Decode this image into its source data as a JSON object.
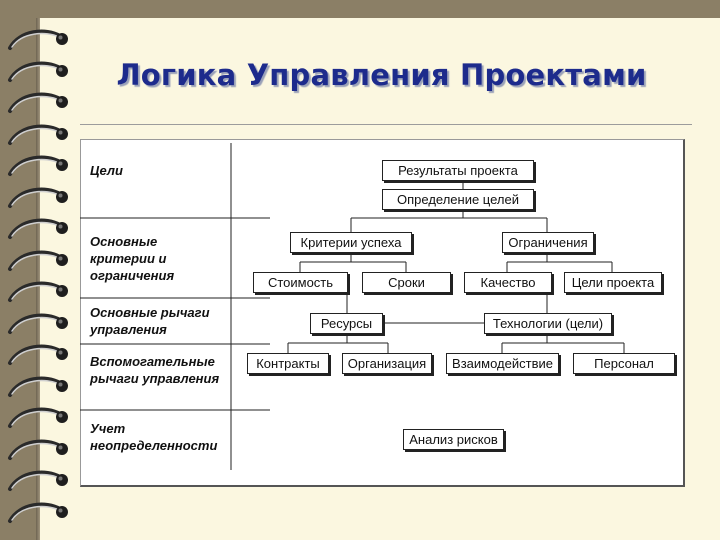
{
  "title": "Логика Управления Проектами",
  "categories": [
    "Цели",
    "Основные критерии и ограничения",
    "Основные рычаги управления",
    "Вспомогательные рычаги управления",
    "Учет неопределенности"
  ],
  "category_lines": {
    "c1": "Основные",
    "c2": "критерии и",
    "c3": "ограничения",
    "l1": "Основные рычаги",
    "l2": "управления",
    "v1": "Вспомогательные",
    "v2": "рычаги управления",
    "u1": "Учет",
    "u2": "неопределенности"
  },
  "nodes": {
    "results": "Результаты проекта",
    "goals_def": "Определение целей",
    "success": "Критерии успеха",
    "limits": "Ограничения",
    "cost": "Стоимость",
    "terms": "Сроки",
    "quality": "Качество",
    "project_goals": "Цели проекта",
    "resources": "Ресурсы",
    "tech": "Технологии (цели)",
    "contracts": "Контракты",
    "organization": "Организация",
    "interaction": "Взаимодействие",
    "staff": "Персонал",
    "risk": "Анализ рисков"
  }
}
